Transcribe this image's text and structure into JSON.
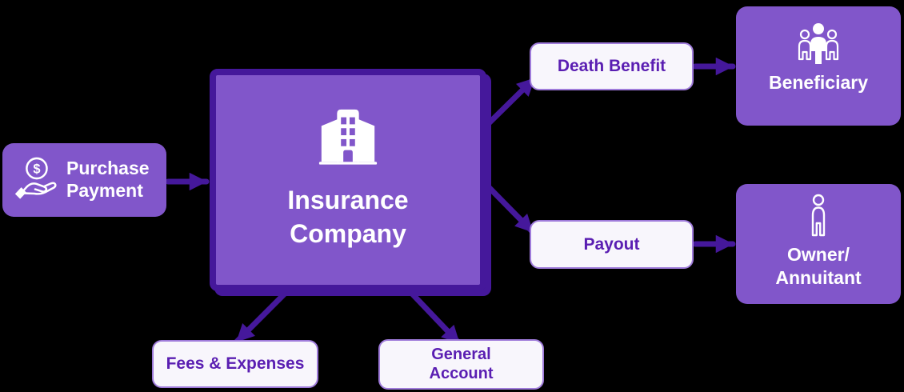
{
  "nodes": {
    "purchase_payment": {
      "label": "Purchase\nPayment",
      "icon": "hand-holding-dollar"
    },
    "insurance_company": {
      "label": "Insurance\nCompany",
      "icon": "building"
    },
    "death_benefit": {
      "label": "Death Benefit"
    },
    "beneficiary": {
      "label": "Beneficiary",
      "icon": "people-group"
    },
    "payout": {
      "label": "Payout"
    },
    "owner_annuitant": {
      "label": "Owner/\nAnnuitant",
      "icon": "person"
    },
    "fees_expenses": {
      "label": "Fees & Expenses"
    },
    "general_account": {
      "label": "General\nAccount"
    }
  },
  "edges": [
    {
      "from": "Purchase Payment",
      "to": "Insurance Company"
    },
    {
      "from": "Insurance Company",
      "to": "Death Benefit"
    },
    {
      "from": "Death Benefit",
      "to": "Beneficiary"
    },
    {
      "from": "Insurance Company",
      "to": "Payout"
    },
    {
      "from": "Payout",
      "to": "Owner/Annuitant"
    },
    {
      "from": "Insurance Company",
      "to": "Fees & Expenses"
    },
    {
      "from": "Insurance Company",
      "to": "General Account"
    }
  ],
  "colors": {
    "background": "#000000",
    "node_fill_purple": "#8156CA",
    "accent_dark_purple": "#45189B",
    "light_node_fill": "#F8F6FC",
    "light_node_border": "#9F7BDA",
    "light_node_text": "#5A1EB2",
    "node_text_white": "#FFFFFF"
  },
  "icon_glyphs": {
    "coin_symbol": "$"
  }
}
